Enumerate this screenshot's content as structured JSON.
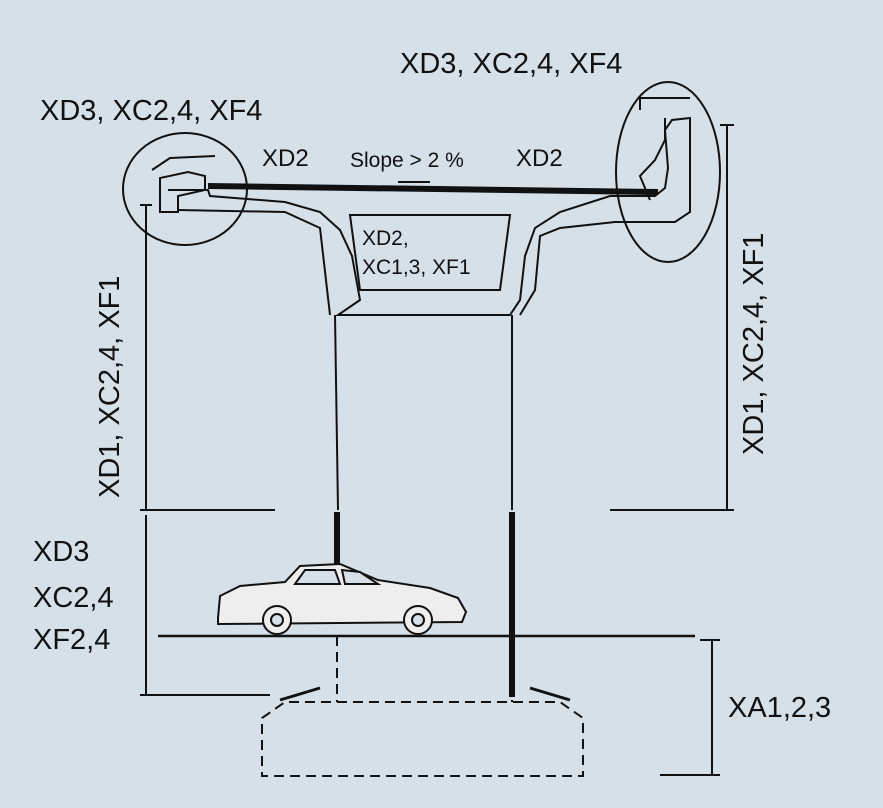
{
  "labels": {
    "top_right_cap": "XD3, XC2,4, XF4",
    "top_left_cap": "XD3, XC2,4, XF4",
    "deck_left": "XD2",
    "deck_right": "XD2",
    "slope": "Slope > 2 %",
    "box_line1": "XD2,",
    "box_line2": "XC1,3, XF1",
    "left_vertical": "XD1, XC2,4, XF1",
    "right_vertical": "XD1, XC2,4, XF1",
    "splash_line1": "XD3",
    "splash_line2": "XC2,4",
    "splash_line3": "XF2,4",
    "foundation": "XA1,2,3"
  },
  "colors": {
    "background": "#d6e0e8",
    "line": "#111111"
  },
  "icons": [
    "car-icon"
  ]
}
